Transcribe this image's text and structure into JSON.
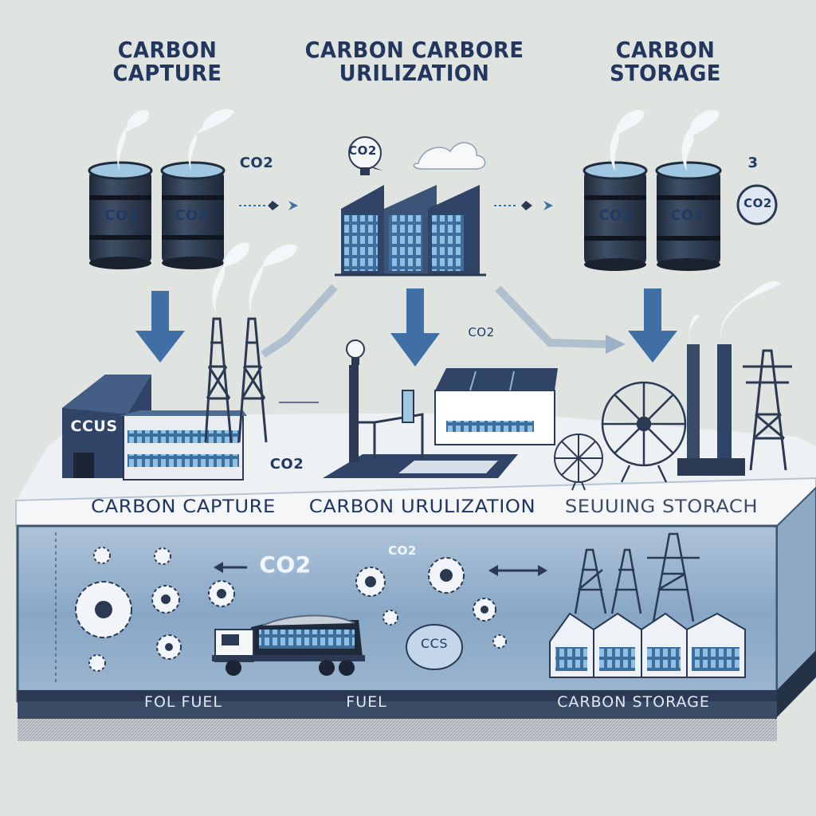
{
  "titles": {
    "capture": "CARBON CAPTURE",
    "utilization": "CARBON CARBORE URILIZATION",
    "storage": "CARBON STORAGE"
  },
  "band_labels": {
    "capture": "CARBON CAPTURE",
    "utilization": "CARBON URULIZATION",
    "storage": "SEUUING STORACH"
  },
  "floor_labels": {
    "left": "FOL FUEL",
    "middle": "FUEL",
    "right": "CARBON STORAGE"
  },
  "barrels": {
    "capture": [
      "CO2",
      "CO2"
    ],
    "storage": [
      "CO2",
      "CO2"
    ]
  },
  "co2_labels": {
    "capture_side": "CO2",
    "utilization_bulb": "CO2",
    "storage_side": "3",
    "storage_bubble": "CO2",
    "mid_arrow": "CO2",
    "ground": "CO2",
    "underground_main": "CO2",
    "underground_small": "CO2"
  },
  "factory_sign": "CCUS",
  "underground_bubble": "CCS",
  "colors": {
    "background": "#dfe4e1",
    "navy": "#2b3a52",
    "accent_blue": "#3f6fa5",
    "water": "#9fc7e2",
    "underground": "#7c9dbe"
  }
}
